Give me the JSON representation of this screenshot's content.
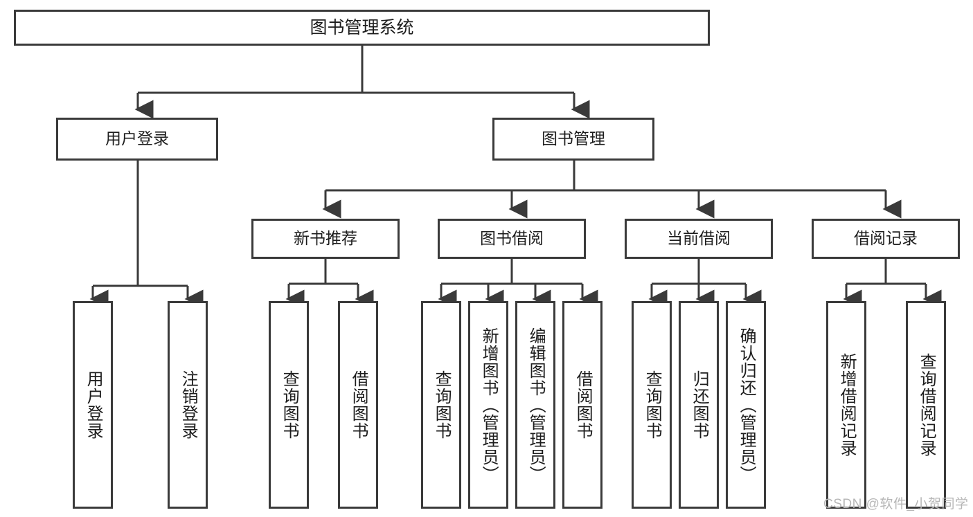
{
  "diagram": {
    "title": "图书管理系统",
    "type": "tree-hierarchy",
    "root": {
      "label": "图书管理系统"
    },
    "level2": [
      {
        "label": "用户登录"
      },
      {
        "label": "图书管理"
      }
    ],
    "level3": [
      {
        "label": "新书推荐"
      },
      {
        "label": "图书借阅"
      },
      {
        "label": "当前借阅"
      },
      {
        "label": "借阅记录"
      }
    ],
    "leaves": {
      "user_login": [
        {
          "label": "用户登录"
        },
        {
          "label": "注销登录"
        }
      ],
      "new_book_recommend": [
        {
          "label": "查询图书"
        },
        {
          "label": "借阅图书"
        }
      ],
      "book_borrow": [
        {
          "label": "查询图书"
        },
        {
          "label": "新增图书（管理员）"
        },
        {
          "label": "编辑图书（管理员）"
        },
        {
          "label": "借阅图书"
        }
      ],
      "current_borrow": [
        {
          "label": "查询图书"
        },
        {
          "label": "归还图书"
        },
        {
          "label": "确认归还（管理员）"
        }
      ],
      "borrow_record": [
        {
          "label": "新增借阅记录"
        },
        {
          "label": "查询借阅记录"
        }
      ]
    }
  },
  "watermark": {
    "text": "CSDN @软件_小贺同学"
  },
  "colors": {
    "stroke": "#3a3a3a",
    "text": "#1d1d1d",
    "background": "#ffffff",
    "watermark": "#b6b6b6"
  }
}
